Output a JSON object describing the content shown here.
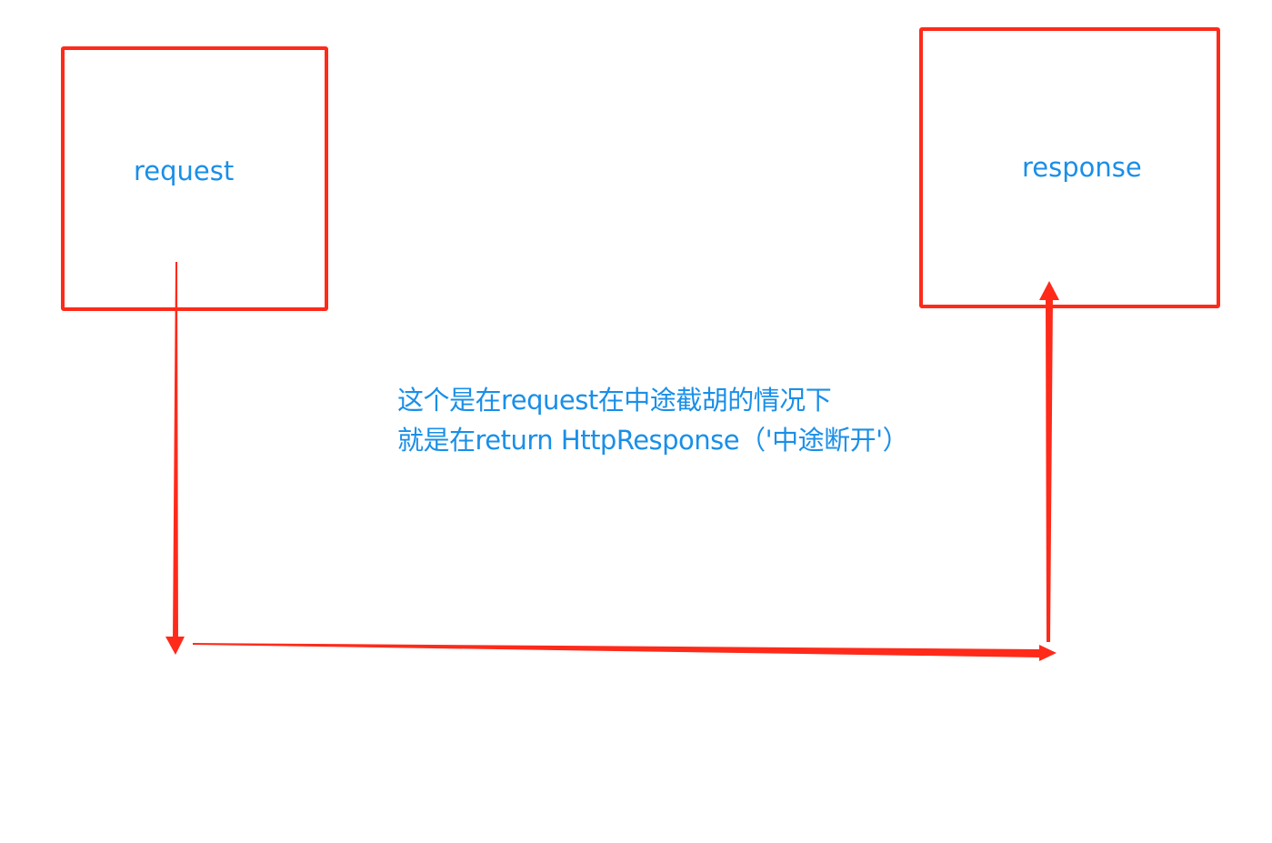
{
  "diagram": {
    "nodes": [
      {
        "id": "request",
        "label": "request"
      },
      {
        "id": "response",
        "label": "response"
      }
    ],
    "note_lines": [
      "这个是在request在中途截胡的情况下",
      "就是在return HttpResponse（'中途断开'）"
    ],
    "colors": {
      "box_border": "#ff2a1a",
      "arrow": "#ff2a1a",
      "text": "#1a8fe8",
      "background": "#ffffff"
    }
  }
}
